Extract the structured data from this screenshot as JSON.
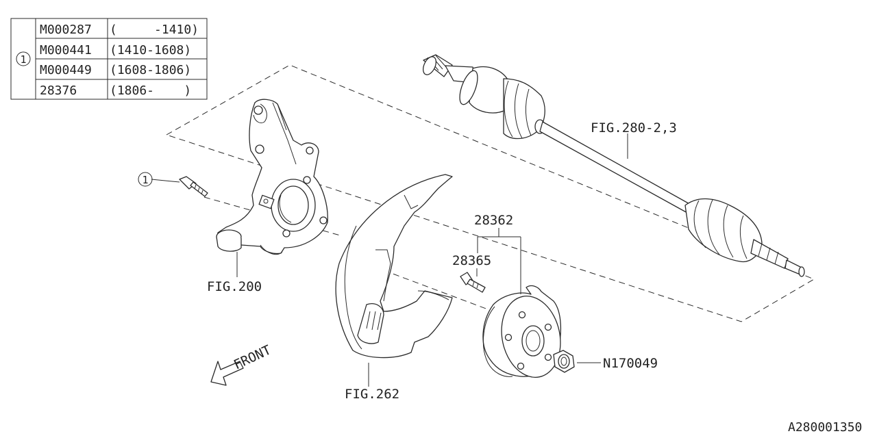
{
  "ref_table": {
    "ref_marker": "1",
    "rows": [
      {
        "part_no": "M000287",
        "range": "(     -1410)"
      },
      {
        "part_no": "M000441",
        "range": "(1410-1608)"
      },
      {
        "part_no": "M000449",
        "range": "(1608-1806)"
      },
      {
        "part_no": "28376",
        "range": "(1806-    )"
      }
    ]
  },
  "callouts": {
    "bolt_marker": "1",
    "axle": "FIG.280-2,3",
    "knuckle": "FIG.200",
    "shield": "FIG.262",
    "hub_assy": "28362",
    "stud": "28365",
    "nut": "N170049",
    "front": "FRONT"
  },
  "diagram_id": "A280001350"
}
